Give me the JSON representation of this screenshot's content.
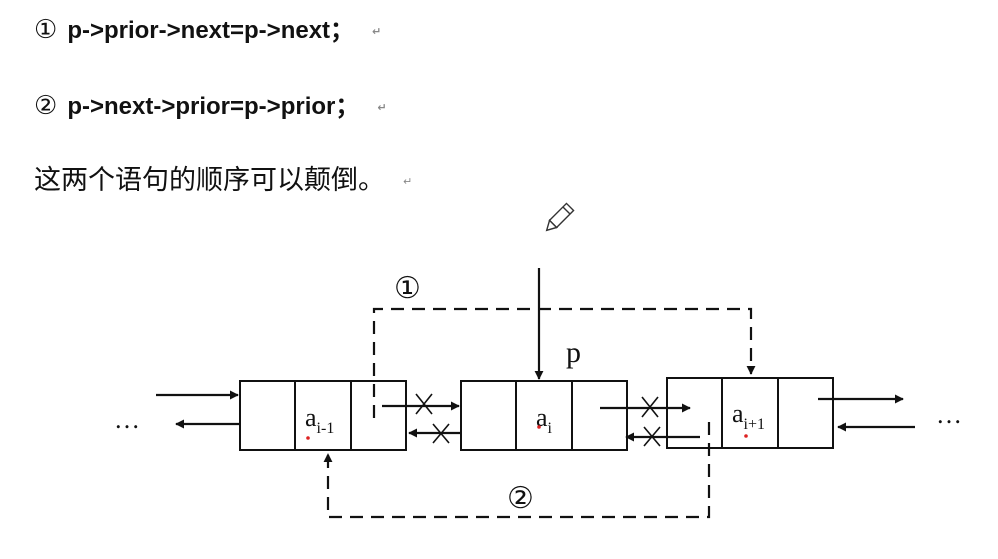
{
  "statements": [
    {
      "marker": "①",
      "code": "p->prior->next=p->next；"
    },
    {
      "marker": "②",
      "code": "p->next->prior=p->prior；"
    }
  ],
  "note": "这两个语句的顺序可以颠倒。",
  "paragraph_mark": "↵",
  "diagram": {
    "ellipsis_left": "…",
    "ellipsis_right": "…",
    "pointer_label": "p",
    "step1_label": "①",
    "step2_label": "②",
    "nodes": [
      {
        "base": "a",
        "sub": "i-1"
      },
      {
        "base": "a",
        "sub": "i"
      },
      {
        "base": "a",
        "sub": "i+1"
      }
    ]
  }
}
